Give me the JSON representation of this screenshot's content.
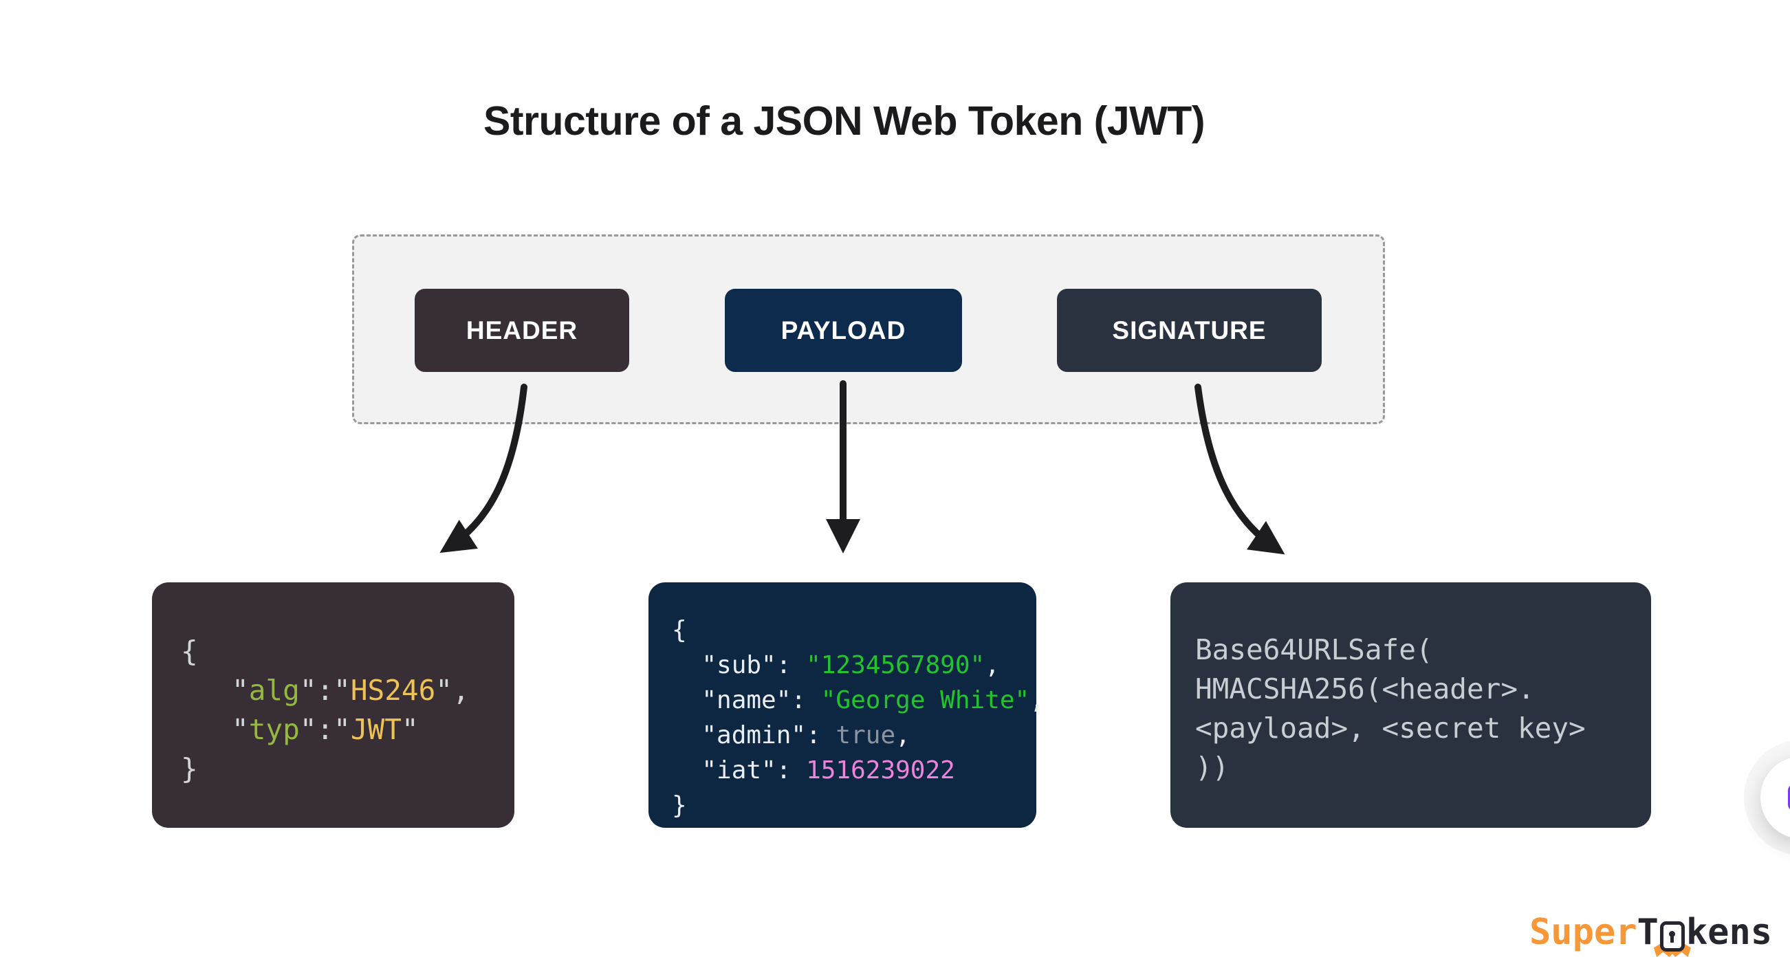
{
  "title": "Structure of a JSON Web Token (JWT)",
  "token_parts": [
    {
      "id": "header",
      "label": "HEADER",
      "color": "#382e35"
    },
    {
      "id": "payload",
      "label": "PAYLOAD",
      "color": "#0c2b4d"
    },
    {
      "id": "signature",
      "label": "SIGNATURE",
      "color": "#2b323f"
    }
  ],
  "container": {
    "background": "#f2f2f3",
    "border_color": "#98989d"
  },
  "arrow_color": "#1d1d1f",
  "code_boxes": {
    "header": {
      "background": "#382e35",
      "lines": [
        [
          {
            "t": "{",
            "c": "gray"
          }
        ],
        [
          {
            "t": "   \"",
            "c": "gray"
          },
          {
            "t": "alg",
            "c": "key"
          },
          {
            "t": "\":\"",
            "c": "gray"
          },
          {
            "t": "HS246",
            "c": "gold"
          },
          {
            "t": "\",",
            "c": "gray"
          }
        ],
        [
          {
            "t": "   \"",
            "c": "gray"
          },
          {
            "t": "typ",
            "c": "key"
          },
          {
            "t": "\":\"",
            "c": "gray"
          },
          {
            "t": "JWT",
            "c": "gold"
          },
          {
            "t": "\"",
            "c": "gray"
          }
        ],
        [
          {
            "t": "}",
            "c": "gray"
          }
        ]
      ]
    },
    "payload": {
      "background": "#0d2742",
      "lines": [
        [
          {
            "t": "{",
            "c": "white"
          }
        ],
        [
          {
            "t": "  \"sub\": ",
            "c": "white"
          },
          {
            "t": "\"1234567890\"",
            "c": "green"
          },
          {
            "t": ",",
            "c": "white"
          }
        ],
        [
          {
            "t": "  \"name\": ",
            "c": "white"
          },
          {
            "t": "\"George White\"",
            "c": "green"
          },
          {
            "t": ",",
            "c": "white"
          }
        ],
        [
          {
            "t": "  \"admin\": ",
            "c": "white"
          },
          {
            "t": "true",
            "c": "muted"
          },
          {
            "t": ",",
            "c": "white"
          }
        ],
        [
          {
            "t": "  \"iat\": ",
            "c": "white"
          },
          {
            "t": "1516239022",
            "c": "pink"
          }
        ],
        [
          {
            "t": "}",
            "c": "white"
          }
        ]
      ]
    },
    "signature": {
      "background": "#2b323f",
      "lines": [
        [
          {
            "t": "Base64URLSafe(",
            "c": "plain"
          }
        ],
        [
          {
            "t": "HMACSHA256(<header>.",
            "c": "plain"
          }
        ],
        [
          {
            "t": "<payload>, <secret key>",
            "c": "plain"
          }
        ],
        [
          {
            "t": "))",
            "c": "plain"
          }
        ]
      ]
    }
  },
  "logo": {
    "prefix": "Super",
    "mid": "T",
    "suffix": "kens",
    "orange": "#f79738",
    "dark": "#26262e"
  },
  "widget": {
    "accent": "#7c3aed"
  }
}
